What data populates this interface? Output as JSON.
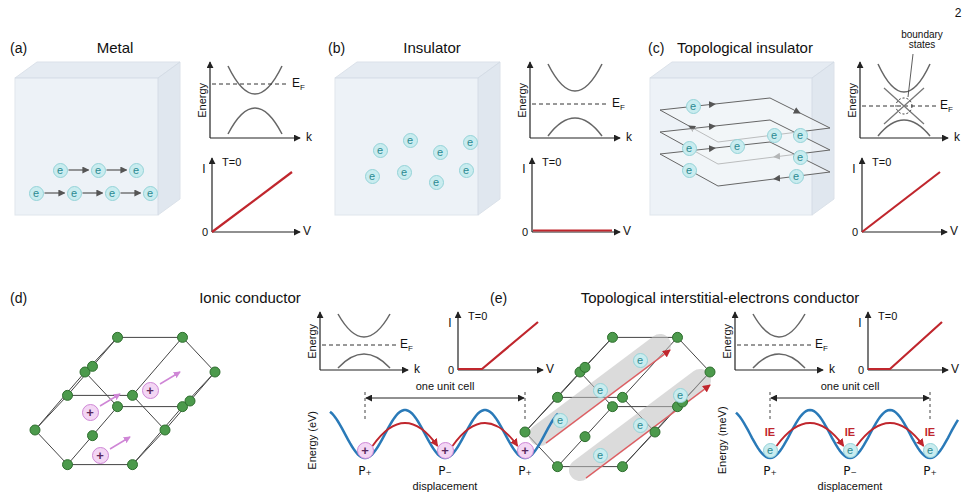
{
  "diagram": {
    "nodes": [
      {
        "text": [
          "e"
        ]
      },
      {
        "text": [
          "e"
        ]
      },
      {
        "text": [
          "e"
        ]
      },
      {
        "text": [
          "e"
        ]
      },
      {
        "text": [
          "e"
        ]
      },
      {
        "text": [
          "e"
        ]
      },
      {
        "text": [
          "e"
        ]
      },
      {
        "text": [
          "e"
        ]
      },
      {
        "text": [
          "e"
        ]
      },
      {
        "text": [
          "e"
        ]
      },
      {
        "text": [
          "e"
        ]
      },
      {
        "text": [
          "e"
        ]
      },
      {
        "text": [
          "e"
        ]
      },
      {
        "text": [
          "e"
        ]
      },
      {
        "text": [
          "e"
        ]
      },
      {
        "text": [
          "e"
        ]
      },
      {
        "text": [
          "e"
        ]
      },
      {
        "text": [
          "e"
        ]
      },
      {
        "text": [
          "e"
        ]
      },
      {
        "text": [
          "e"
        ]
      },
      {
        "text": [
          "e"
        ]
      },
      {
        "text": [
          "e"
        ]
      },
      {
        "text": [
          "e"
        ]
      },
      {
        "text": [
          "+"
        ]
      },
      {
        "text": [
          "+"
        ]
      },
      {
        "text": [
          "+"
        ]
      },
      {
        "text": [
          "+"
        ]
      },
      {
        "text": [
          "+"
        ]
      },
      {
        "text": [
          "+"
        ]
      },
      {
        "text": [
          "e"
        ]
      },
      {
        "text": [
          "e"
        ]
      },
      {
        "text": [
          "e"
        ]
      },
      {
        "text": [
          "e"
        ]
      },
      {
        "text": [
          "e"
        ]
      },
      {
        "text": [
          "e"
        ]
      },
      {
        "text": [
          "e"
        ]
      },
      {
        "text": [
          "e"
        ]
      },
      {
        "text": [
          "e"
        ]
      }
    ],
    "edges": [
      {
        "from": 0,
        "to": 1,
        "arrow": "to"
      },
      {
        "from": 1,
        "to": 2,
        "arrow": "to"
      },
      {
        "from": 3,
        "to": 4,
        "arrow": "to"
      },
      {
        "from": 4,
        "to": 5,
        "arrow": "to"
      },
      {
        "from": 5,
        "to": 6,
        "arrow": "to"
      },
      {
        "from": 26,
        "to": 27,
        "arrow": "to"
      },
      {
        "from": 27,
        "to": 28,
        "arrow": "to"
      },
      {
        "from": 35,
        "to": 36,
        "arrow": "to"
      },
      {
        "from": 36,
        "to": 37,
        "arrow": "to"
      }
    ],
    "labels": [
      "2",
      "(a)",
      "Metal",
      "Energy",
      "E",
      "F",
      "k",
      "T=0",
      "I",
      "0",
      "V",
      "(b)",
      "Insulator",
      "Energy",
      "E",
      "F",
      "k",
      "T=0",
      "I",
      "0",
      "V",
      "(c)",
      "Topological insulator",
      "boundary states",
      "Energy",
      "E",
      "F",
      "k",
      "T=0",
      "I",
      "0",
      "V",
      "(d)",
      "Ionic conductor",
      "Energy",
      "E",
      "F",
      "k",
      "T=0",
      "I",
      "0",
      "V",
      "one unit cell",
      "Energy (eV)",
      "P₊",
      "P₋",
      "P₊",
      "displacement",
      "(e)",
      "Topological interstitial-electrons conductor",
      "Energy",
      "E",
      "F",
      "k",
      "T=0",
      "I",
      "0",
      "V",
      "one unit cell",
      "Energy (meV)",
      "IE",
      "IE",
      "IE",
      "P₊",
      "P₋",
      "P₊",
      "displacement"
    ]
  }
}
